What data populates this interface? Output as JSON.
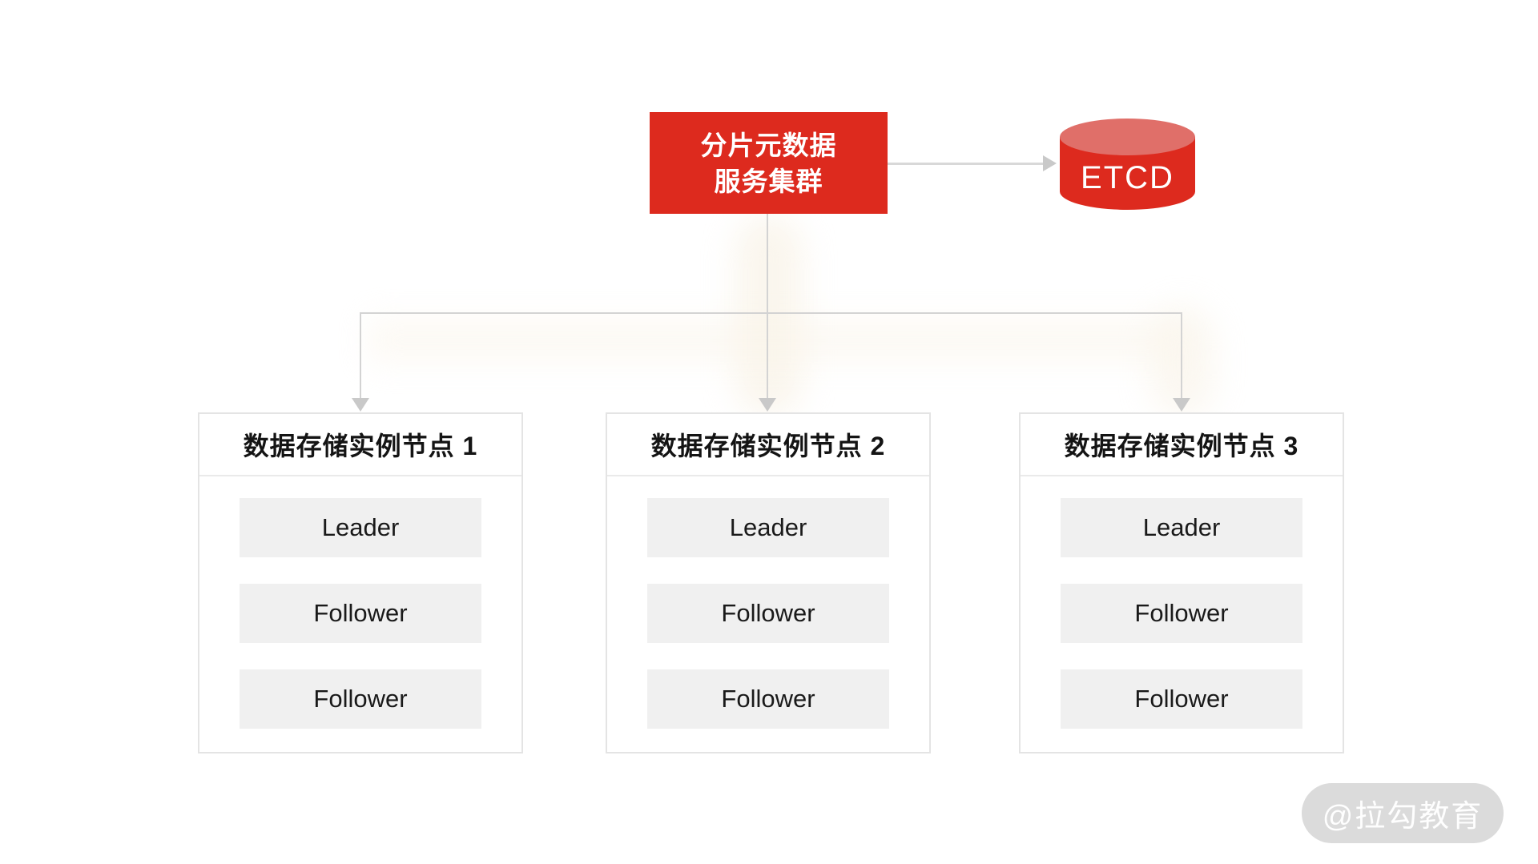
{
  "diagram": {
    "meta_service": {
      "line1": "分片元数据",
      "line2": "服务集群"
    },
    "etcd": {
      "label": "ETCD"
    },
    "nodes": [
      {
        "title": "数据存储实例节点 1",
        "roles": [
          "Leader",
          "Follower",
          "Follower"
        ]
      },
      {
        "title": "数据存储实例节点 2",
        "roles": [
          "Leader",
          "Follower",
          "Follower"
        ]
      },
      {
        "title": "数据存储实例节点 3",
        "roles": [
          "Leader",
          "Follower",
          "Follower"
        ]
      }
    ],
    "watermark": {
      "label": "@拉勾教育"
    },
    "colors": {
      "brand_red": "#DD2A1E",
      "cylinder_top_red": "#E06F69",
      "connector_gray": "#D3D3D3",
      "arrowhead_gray": "#C9C9C9",
      "node_border_gray": "#E4E4E4",
      "cell_bg_gray": "#F0F0F0",
      "watermark_bg_gray": "#DBDBDB",
      "text_dark": "#141414",
      "text_white": "#FFFFFF"
    }
  }
}
